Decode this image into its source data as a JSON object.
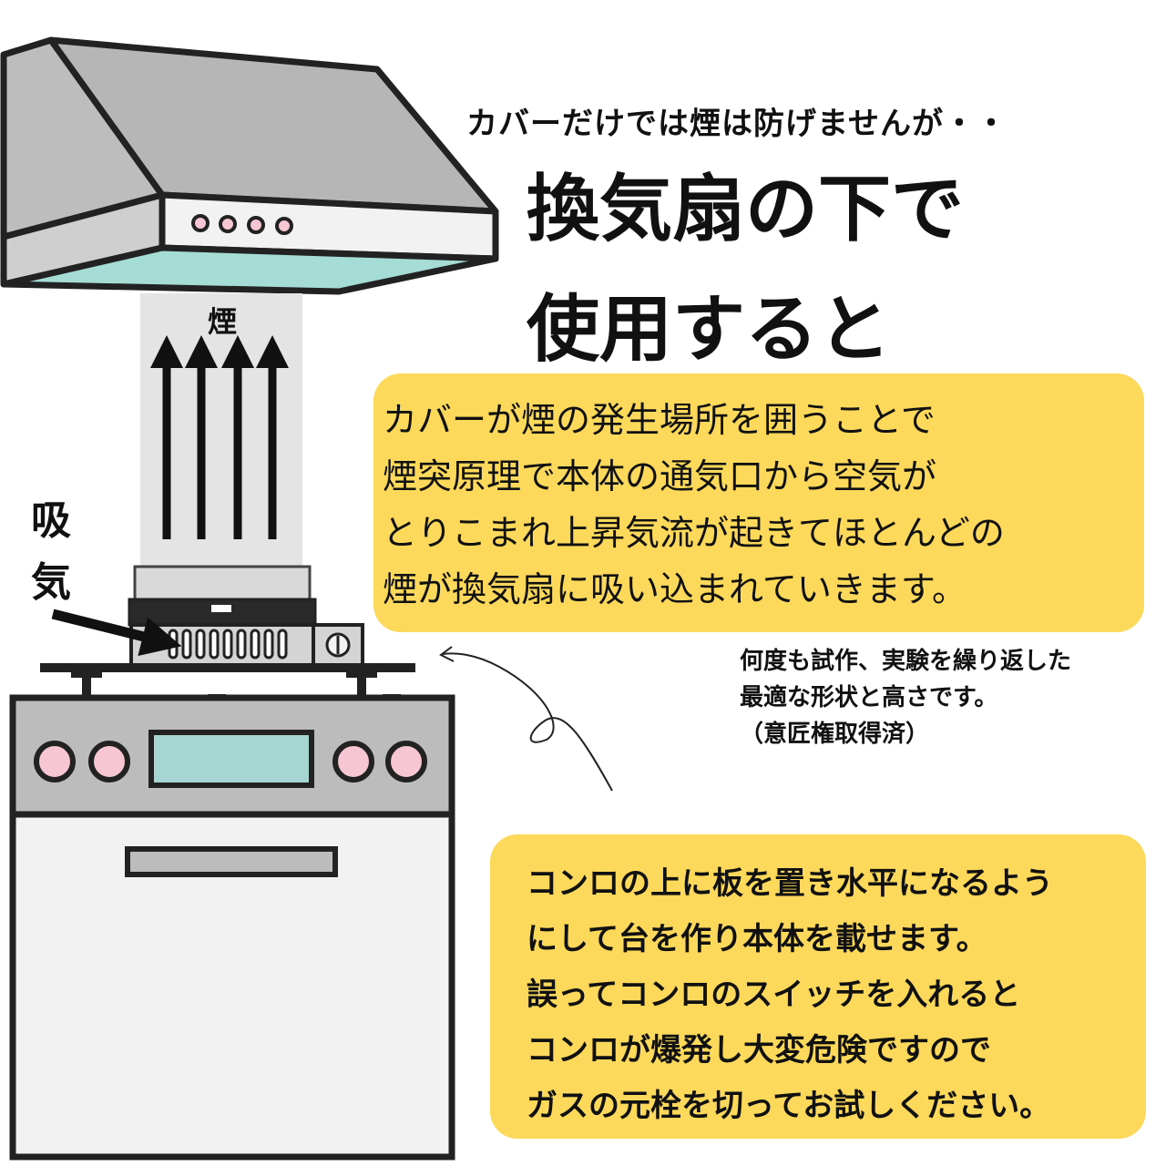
{
  "intro": "カバーだけでは煙は防げませんが・・",
  "headline": {
    "line1": "換気扇の下で",
    "line2": "使用すると"
  },
  "explanation": {
    "lines": [
      "カバーが煙の発生場所を囲うことで",
      "煙突原理で本体の通気口から空気が",
      "とりこまれ上昇気流が起きてほとんどの",
      "煙が換気扇に吸い込まれていきます。"
    ]
  },
  "note": {
    "lines": [
      "何度も試作、実験を繰り返した",
      "最適な形状と高さです。",
      "（意匠権取得済）"
    ]
  },
  "labels": {
    "smoke": "煙",
    "intake": "吸気"
  },
  "instructions": {
    "lines": [
      "コンロの上に板を置き水平になるよう",
      "にして台を作り本体を載せます。",
      "誤ってコンロのスイッチを入れると",
      "コンロが爆発し大変危険ですので",
      "ガスの元栓を切ってお試しください。"
    ]
  },
  "colors": {
    "highlight_box": "#fcd95a",
    "hood_gray": "#bdbdbd",
    "filter_teal": "#a6dcd6",
    "stove_knob_pink": "#f6c6d3",
    "stove_display_teal": "#a6d6d2",
    "outline": "#222222"
  }
}
